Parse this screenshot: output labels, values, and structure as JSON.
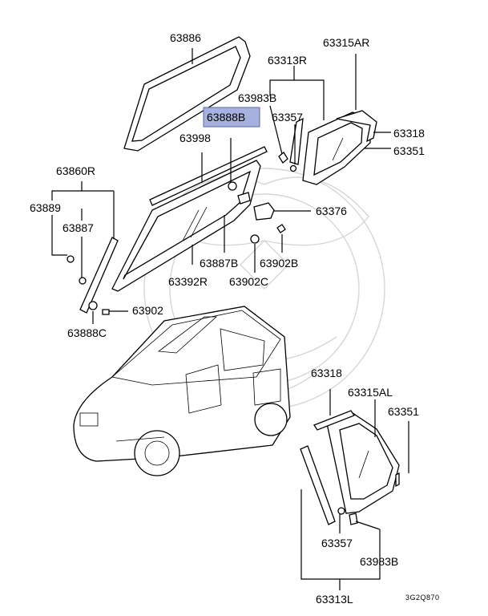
{
  "diagram": {
    "highlight_color": "#a7b1dd",
    "part_labels": {
      "p63886": "63886",
      "p63315AR": "63315AR",
      "p63313R": "63313R",
      "p63983B_top": "63983B",
      "p63888B": "63888B",
      "p63357_top": "63357",
      "p63998": "63998",
      "p63318_top": "63318",
      "p63351_top": "63351",
      "p63860R": "63860R",
      "p63889": "63889",
      "p63887": "63887",
      "p63376": "63376",
      "p63887B": "63887B",
      "p63902B": "63902B",
      "p63392R": "63392R",
      "p63902C": "63902C",
      "p63902": "63902",
      "p63888C": "63888C",
      "p63318_bot": "63318",
      "p63315AL": "63315AL",
      "p63351_bot": "63351",
      "p63357_bot": "63357",
      "p63983B_bot": "63983B",
      "p63313L": "63313L"
    },
    "figure_code": "3G2Q870"
  }
}
